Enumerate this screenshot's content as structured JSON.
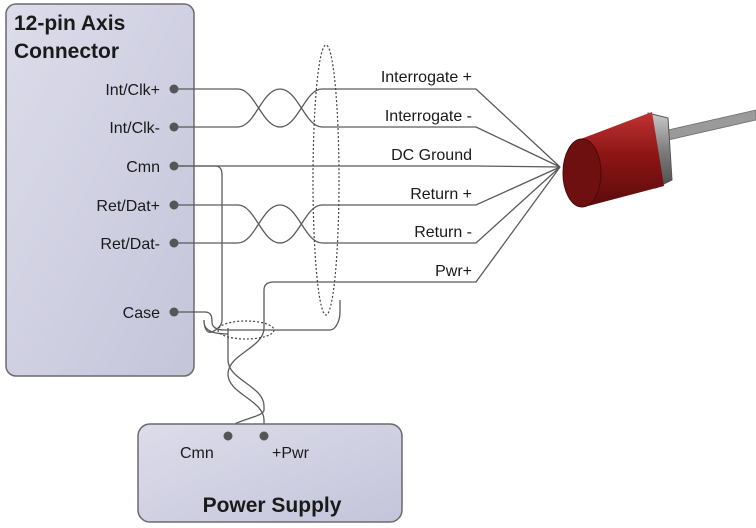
{
  "connector": {
    "title_line1": "12-pin Axis",
    "title_line2": "Connector",
    "pins": {
      "int_clk_pos": "Int/Clk+",
      "int_clk_neg": "Int/Clk-",
      "cmn": "Cmn",
      "ret_dat_pos": "Ret/Dat+",
      "ret_dat_neg": "Ret/Dat-",
      "case": "Case"
    }
  },
  "signals": {
    "interrogate_pos": "Interrogate +",
    "interrogate_neg": "Interrogate -",
    "dc_ground": "DC Ground",
    "return_pos": "Return +",
    "return_neg": "Return -",
    "pwr": "Pwr+"
  },
  "power_supply": {
    "title": "Power Supply",
    "cmn": "Cmn",
    "pwr": "+Pwr"
  },
  "colors": {
    "box_fill": "#cfd0e2",
    "box_stroke": "#6b6b6b",
    "wire": "#5a5a5a",
    "sensor_red": "#9b1b1b",
    "sensor_metal": "#8f8f8f"
  }
}
